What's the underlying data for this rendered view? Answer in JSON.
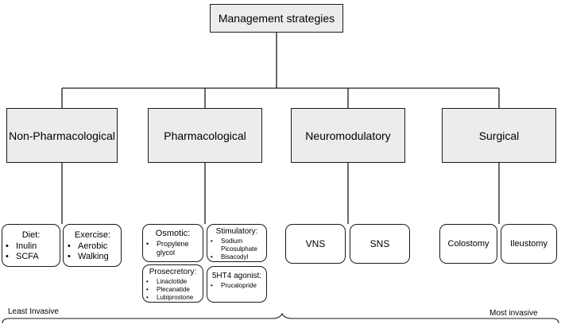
{
  "root": {
    "label": "Management strategies"
  },
  "categories": [
    {
      "label": "Non-Pharmacological"
    },
    {
      "label": "Pharmacological"
    },
    {
      "label": "Neuromodulatory"
    },
    {
      "label": "Surgical"
    }
  ],
  "leaves": {
    "diet": {
      "title": "Diet:",
      "items": [
        "Inulin",
        "SCFA"
      ]
    },
    "exercise": {
      "title": "Exercise:",
      "items": [
        "Aerobic",
        "Walking"
      ]
    },
    "osmotic": {
      "title": "Osmotic:",
      "items": [
        "Propylene glycol"
      ]
    },
    "stimulatory": {
      "title": "Stimulatory:",
      "items": [
        "Sodium Picosulphate",
        "Bisacodyl"
      ]
    },
    "prosecretory": {
      "title": "Prosecretory:",
      "items": [
        "Linaclotide",
        "Plecanatide",
        "Lubiprostone"
      ]
    },
    "ht4": {
      "title": "5HT4 agonist:",
      "items": [
        "Prucalopride"
      ]
    },
    "vns": {
      "label": "VNS"
    },
    "sns": {
      "label": "SNS"
    },
    "colostomy": {
      "label": "Colostomy"
    },
    "ileustomy": {
      "label": "Ileustomy"
    }
  },
  "scale": {
    "left_label": "Least Invasive",
    "right_label": "Most invasive"
  }
}
